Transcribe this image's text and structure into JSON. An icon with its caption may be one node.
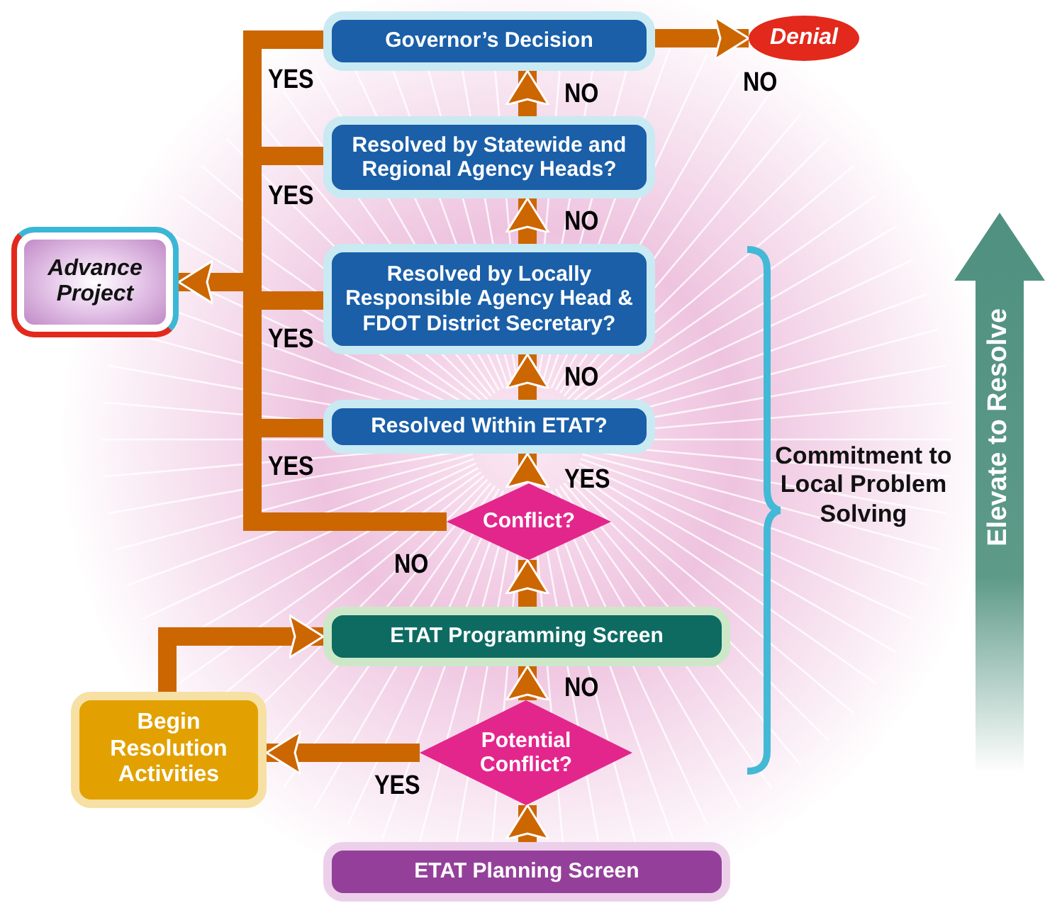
{
  "diagram": {
    "nodes": [
      {
        "text": [
          "Governor’s Decision"
        ]
      },
      {
        "text": [
          "Denial"
        ]
      },
      {
        "text": [
          "Resolved by Statewide and Regional Agency Heads?"
        ]
      },
      {
        "text": [
          "Advance Project"
        ]
      },
      {
        "text": [
          "Resolved by Locally Responsible Agency Head & FDOT District Secretary?"
        ]
      },
      {
        "text": [
          "Resolved Within ETAT?"
        ]
      },
      {
        "text": [
          "Conflict?"
        ]
      },
      {
        "text": [
          "ETAT Programming Screen"
        ]
      },
      {
        "text": [
          "Begin Resolution Activities"
        ]
      },
      {
        "text": [
          "Potential Conflict?"
        ]
      },
      {
        "text": [
          "ETAT Planning Screen"
        ]
      }
    ],
    "edges": [
      {
        "from": 10,
        "to": 9,
        "arrow": "to"
      },
      {
        "from": 9,
        "to": 7,
        "arrow": "to",
        "label": "NO"
      },
      {
        "from": 9,
        "to": 8,
        "arrow": "to",
        "label": "YES"
      },
      {
        "from": 8,
        "to": 7,
        "arrow": "to"
      },
      {
        "from": 7,
        "to": 6,
        "arrow": "to"
      },
      {
        "from": 6,
        "to": 5,
        "arrow": "to",
        "label": "YES"
      },
      {
        "from": 6,
        "to": 3,
        "arrow": "to",
        "label": "NO"
      },
      {
        "from": 5,
        "to": 3,
        "arrow": "to",
        "label": "YES"
      },
      {
        "from": 5,
        "to": 4,
        "arrow": "to",
        "label": "NO"
      },
      {
        "from": 4,
        "to": 3,
        "arrow": "to",
        "label": "YES"
      },
      {
        "from": 4,
        "to": 2,
        "arrow": "to",
        "label": "NO"
      },
      {
        "from": 2,
        "to": 3,
        "arrow": "to",
        "label": "YES"
      },
      {
        "from": 2,
        "to": 0,
        "arrow": "to",
        "label": "NO"
      },
      {
        "from": 0,
        "to": 3,
        "arrow": "to",
        "label": "YES"
      },
      {
        "from": 0,
        "to": 1,
        "arrow": "to",
        "label": "NO"
      }
    ],
    "labels": [
      "Commitment to Local Problem Solving",
      "Elevate to Resolve"
    ]
  }
}
